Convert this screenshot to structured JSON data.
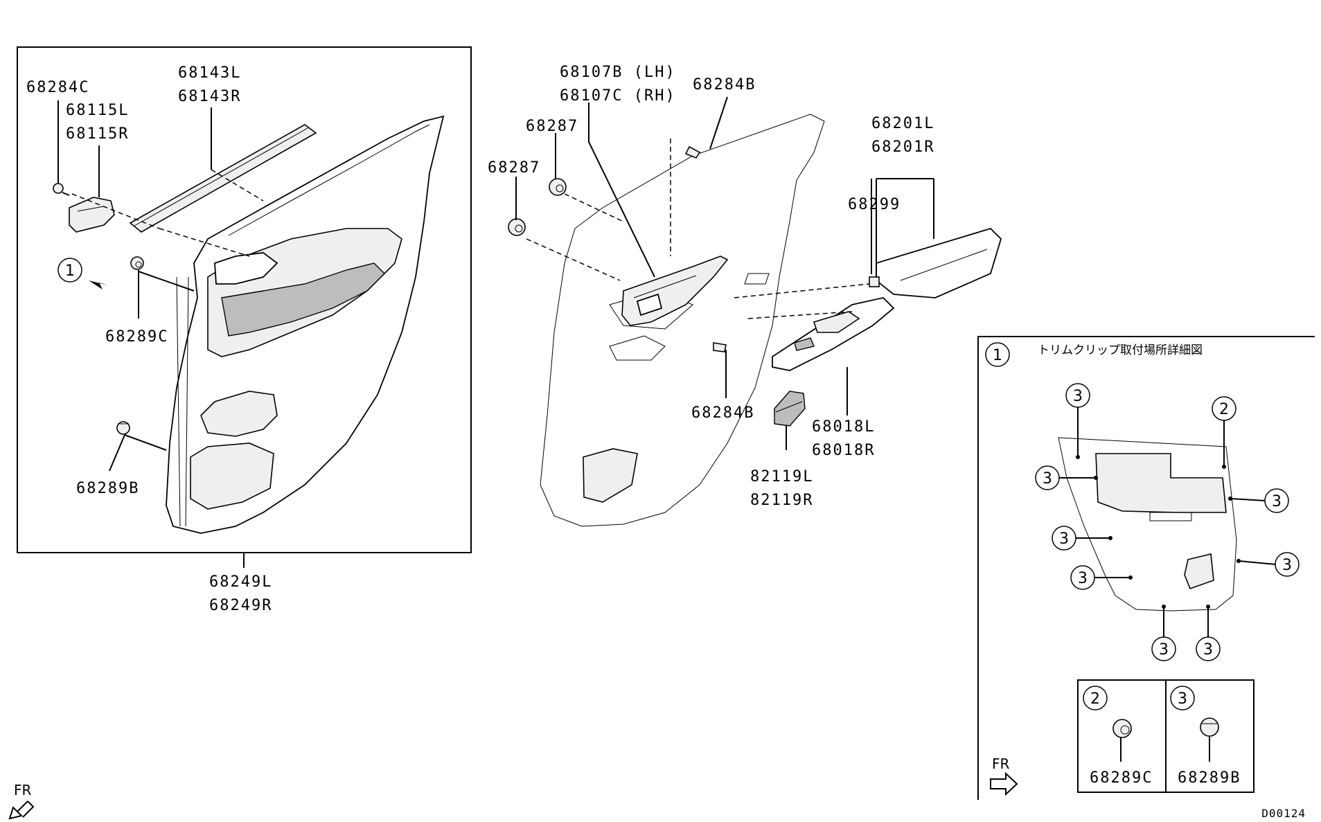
{
  "left_group": {
    "part_68284C": "68284C",
    "part_68115L": "68115L",
    "part_68115R": "68115R",
    "part_68143L": "68143L",
    "part_68143R": "68143R",
    "part_68289C": "68289C",
    "part_68289B": "68289B",
    "part_68249L": "68249L",
    "part_68249R": "68249R",
    "callout_1": "1"
  },
  "center_group": {
    "part_68107B": "68107B (LH)",
    "part_68107C": "68107C (RH)",
    "part_68284B_top": "68284B",
    "part_68287_a": "68287",
    "part_68287_b": "68287",
    "part_68284B_bottom": "68284B",
    "part_68201L": "68201L",
    "part_68201R": "68201R",
    "part_68299": "68299",
    "part_68018L": "68018L",
    "part_68018R": "68018R",
    "part_82119L": "82119L",
    "part_82119R": "82119R"
  },
  "detail_panel": {
    "callout_1": "1",
    "title": "トリムクリップ取付場所詳細図",
    "markers": [
      "3",
      "2",
      "3",
      "3",
      "3",
      "3",
      "3",
      "3",
      "3"
    ],
    "legend_2_num": "2",
    "legend_2_part": "68289C",
    "legend_3_num": "3",
    "legend_3_part": "68289B",
    "fr_label": "FR"
  },
  "fr_label_left": "FR",
  "diagram_code": "D00124"
}
